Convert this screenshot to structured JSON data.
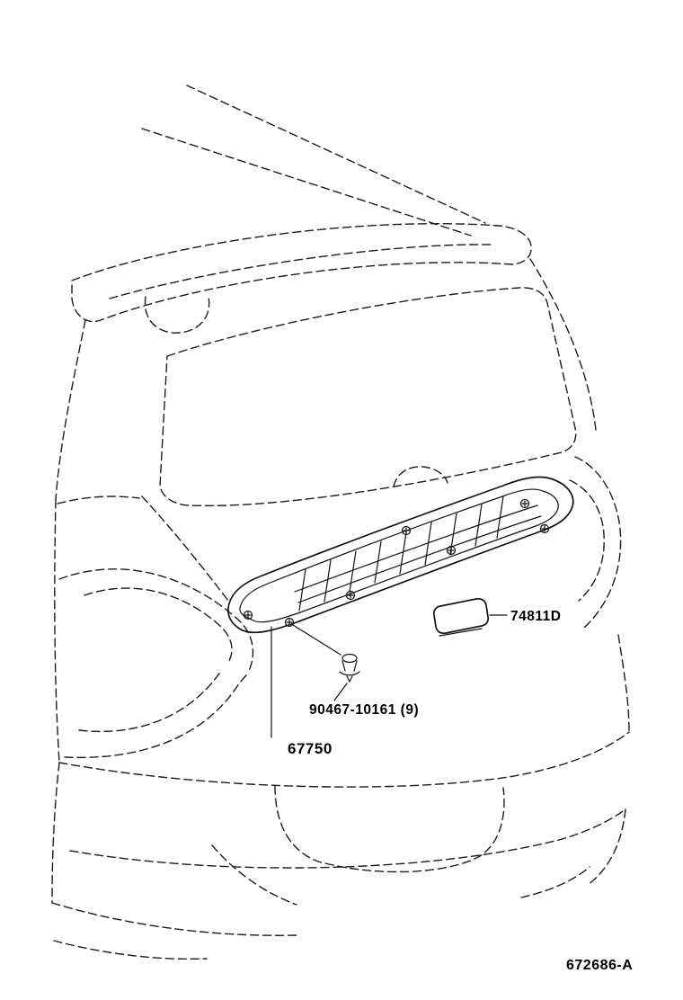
{
  "diagram": {
    "description": "Rear body back door trim board parts diagram",
    "figure_code": "672686-A",
    "parts": [
      {
        "ref": "74811D",
        "label": "74811D"
      },
      {
        "ref": "90467-10161",
        "label": "90467-10161 (9)",
        "quantity": 9
      },
      {
        "ref": "67750",
        "label": "67750"
      }
    ]
  }
}
